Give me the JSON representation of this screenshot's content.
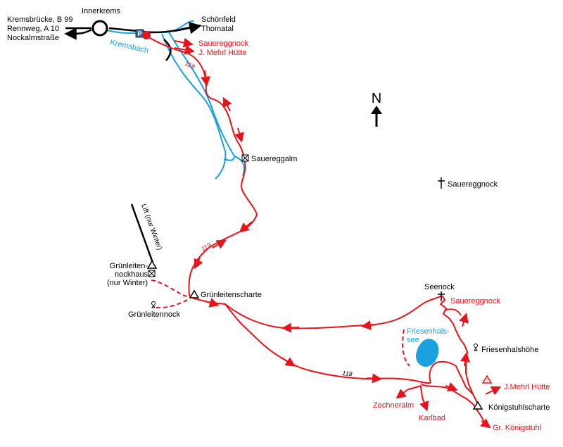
{
  "colors": {
    "trail": "#e8141b",
    "road": "#000000",
    "water": "#1ba0e0",
    "background": "#ffffff"
  },
  "legend": {
    "north": "N"
  },
  "roads": {
    "west_destination": "Kremsbrücke, B 99\nRennweg, A 10\nNockalmstraße",
    "east_destination": "Schönfeld\nThomatal",
    "junction": "Innerkrems",
    "parking": "P"
  },
  "water": {
    "stream": "Kremsbach",
    "lake": "Friesenhals-\nsee"
  },
  "trails": {
    "route_119_top": "119",
    "route_119_mid": "119",
    "route_118": "118"
  },
  "places": {
    "saueregg_alm": "Saueregg­alm",
    "saueregg_nock": "Sauereggnock",
    "lift": "Lift (nur Winter)",
    "gruenleiten_haus": "Grünleiten-\nnockhaus\n(nur Winter)",
    "gruenleiten_nock": "Grünleitennock",
    "gruenleiten_scharte": "Grünleitenscharte",
    "seenock": "Seenock",
    "friesenhalshoehe": "Friesenhalshöhe",
    "koenigstuhlscharte": "Königstuhlscharte"
  },
  "red_destinations": {
    "top_saueregg": "Sauereggnock",
    "top_mehrl": "J. Mehrl Hütte",
    "east_saueregg": "Sauereggnock",
    "east_mehrl": "J.Mehrl Hütte",
    "zechneralm": "Zechneralm",
    "karlbad": "Karlbad",
    "koenigstuhl": "Gr. Königstuhl"
  },
  "icons": [
    "road-junction-icon",
    "parking-icon",
    "trailhead-icon",
    "alm-hut-icon",
    "summit-cross-icon",
    "pass-icon",
    "summit-marker-icon",
    "warning-icon",
    "north-arrow-icon"
  ]
}
